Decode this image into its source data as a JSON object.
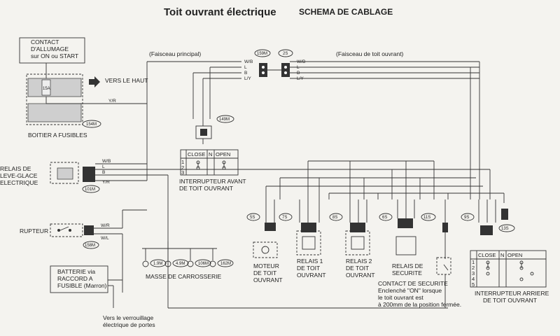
{
  "title": "Toit ouvrant électrique",
  "subtitle": "SCHEMA DE CABLAGE",
  "harness": {
    "main": "(Faisceau principal)",
    "roof": "(Faisceau de toit ouvrant)"
  },
  "ignition_box": {
    "lines": [
      "CONTACT",
      "D'ALLUMAGE",
      "sur ON ou START"
    ]
  },
  "arrow_label": "VERS LE HAUT",
  "fuse_box": {
    "label": "BOITIER A FUSIBLES",
    "code": "154M",
    "fuse": "15A"
  },
  "relay_window": {
    "lines": [
      "RELAIS DE",
      "LEVE-GLACE",
      "ELECTRIQUE"
    ],
    "code": "101M"
  },
  "breaker": {
    "label": "RUPTEUR",
    "code": "158M"
  },
  "battery": {
    "lines": [
      "BATTERIE via",
      "RACCORD A",
      "FUSIBLE (Marron)"
    ]
  },
  "door_lock": {
    "lines": [
      "Vers le verrouillage",
      "électrique de portes"
    ]
  },
  "ground": {
    "label": "MASSE DE CARROSSERIE",
    "codes": [
      "1.9M",
      "4.9M",
      "106M",
      "162M"
    ]
  },
  "connectors": {
    "c1": "159M",
    "c2": "2S",
    "c3": "149M"
  },
  "wires": {
    "wb": "W/B",
    "l": "L",
    "b": "B",
    "ly": "L/Y",
    "yr": "Y/R",
    "wr": "W/R",
    "wl": "W/L"
  },
  "front_switch": {
    "label_lines": [
      "INTERRUPTEUR AVANT",
      "DE TOIT OUVRANT"
    ],
    "headers": [
      "CLOSE",
      "N",
      "OPEN"
    ],
    "rows": [
      "1",
      "2",
      "3"
    ]
  },
  "components": [
    {
      "code": "5S",
      "lines": [
        "MOTEUR",
        "DE TOIT",
        "OUVRANT"
      ]
    },
    {
      "code": "7S",
      "lines": [
        "RELAIS 1",
        "DE TOIT",
        "OUVRANT"
      ]
    },
    {
      "code": "8S",
      "lines": [
        "RELAIS 2",
        "DE TOIT",
        "OUVRANT"
      ]
    },
    {
      "code": "6S",
      "lines": [
        "RELAIS DE",
        "SECURITE"
      ]
    },
    {
      "code": "11S",
      "lines": []
    },
    {
      "code": "9S",
      "lines": []
    },
    {
      "code": "13S",
      "lines": []
    }
  ],
  "safety_contact": {
    "lines": [
      "CONTACT DE SECURITE",
      "Enclenché \"ON\" lorsque",
      "le toit ouvrant est",
      "à 200mm de la position fermée."
    ]
  },
  "rear_switch": {
    "label_lines": [
      "INTERRUPTEUR ARRIERE",
      "DE TOIT OUVRANT"
    ],
    "headers": [
      "CLOSE",
      "N",
      "OPEN"
    ],
    "rows": [
      "1",
      "2",
      "3",
      "4",
      "5"
    ]
  }
}
